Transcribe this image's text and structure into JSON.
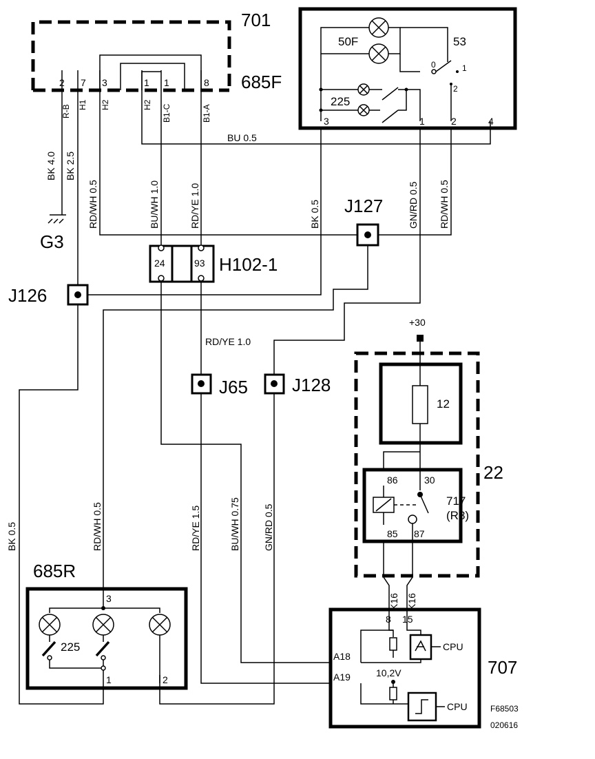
{
  "components": {
    "c701": "701",
    "c685f": "685F",
    "c685r": "685R",
    "c707": "707",
    "c22": "22",
    "c717": "717",
    "c717_sub": "(R8)",
    "fuse12": "12",
    "h102": "H102-1",
    "g3": "G3",
    "j126": "J126",
    "j127": "J127",
    "j65": "J65",
    "j128": "J128",
    "plus30": "+30",
    "lamp50f": "50F",
    "lamp225": "225",
    "n53": "53"
  },
  "pins_685f": {
    "p2": "2",
    "p7": "7",
    "p3": "3",
    "p1a": "1",
    "p1b": "1",
    "p8": "8",
    "n_rb": "R-B",
    "n_h1": "H1",
    "n_h2a": "H2",
    "n_h2b": "H2",
    "n_b1c": "B1-C",
    "n_b1a": "B1-A"
  },
  "pins_701": {
    "p3": "3",
    "p1": "1",
    "p2": "2",
    "p4": "4",
    "sw_o": "0",
    "sw_1": "1",
    "sw_2": "2"
  },
  "pins_h102": {
    "p24": "24",
    "p93": "93"
  },
  "pins_717": {
    "p86": "86",
    "p30": "30",
    "p85": "85",
    "p87": "87"
  },
  "pins_707": {
    "p8": "8",
    "p15": "15",
    "a18": "A18",
    "a19": "A19",
    "cpu1": "CPU",
    "cpu2": "CPU",
    "volt": "10,2V"
  },
  "pins_685r": {
    "p3": "3",
    "p1": "1",
    "p2": "2"
  },
  "wires": {
    "bu05": "BU  0.5",
    "bk40": "BK  4.0",
    "bk25": "BK  2.5",
    "rdwh05_top": "RD/WH  0.5",
    "buwh10": "BU/WH  1.0",
    "rdye10_top": "RD/YE  1.0",
    "bk05_top": "BK  0.5",
    "gnrd05_top": "GN/RD  0.5",
    "rdwh05_right": "RD/WH  0.5",
    "rdye10_mid": "RD/YE 1.0",
    "rdwh05_lower": "RD/WH    0.5",
    "rdye15": "RD/YE     1.5",
    "buwh075": "BU/WH   0.75",
    "gnrd05_lower": "GN/RD     0.5",
    "bk05_lower": "BK  0.5",
    "k16a": "K16",
    "k16b": "K16"
  },
  "footer": {
    "code1": "F68503",
    "code2": "020616"
  }
}
